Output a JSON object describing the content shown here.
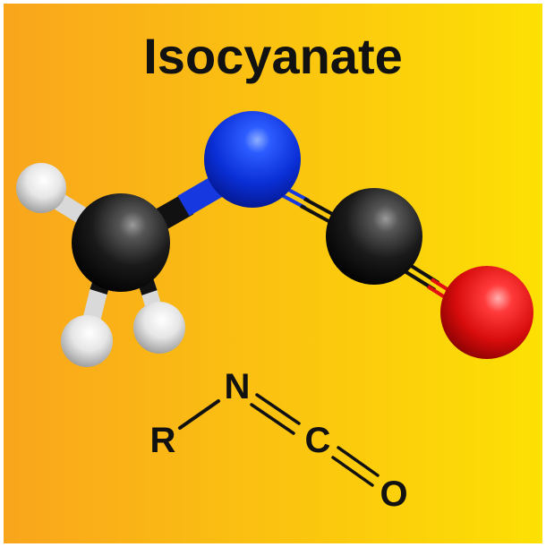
{
  "title": "Isocyanate",
  "formula": {
    "labels": [
      "R",
      "N",
      "C",
      "O"
    ]
  },
  "colors": {
    "background_left": "#f9a51c",
    "background_right": "#fde004",
    "carbon": "#1a1a1a",
    "hydrogen": "#f2f2f2",
    "nitrogen": "#0a2fd6",
    "oxygen": "#e01010",
    "bond_text": "#111111"
  }
}
